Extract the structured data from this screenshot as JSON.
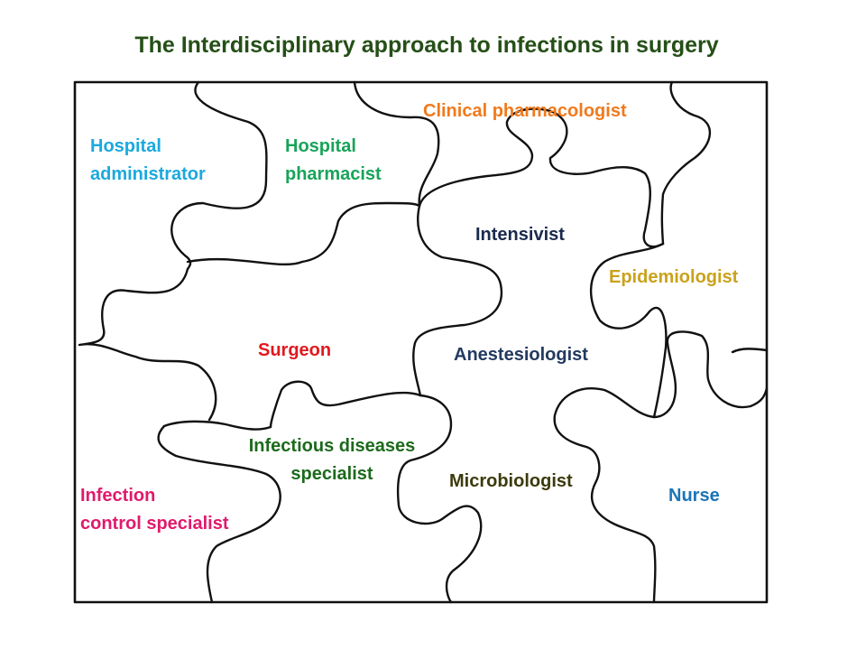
{
  "title": "The Interdisciplinary approach to infections in surgery",
  "pieces": {
    "hospital_administrator": {
      "lines": [
        "Hospital",
        "administrator"
      ],
      "color": "#1ba9dd"
    },
    "hospital_pharmacist": {
      "lines": [
        "Hospital",
        "pharmacist"
      ],
      "color": "#19a35a"
    },
    "clinical_pharmacologist": {
      "lines": [
        "Clinical pharmacologist"
      ],
      "color": "#f07a1c"
    },
    "intensivist": {
      "lines": [
        "Intensivist"
      ],
      "color": "#1a2a4d"
    },
    "epidemiologist": {
      "lines": [
        "Epidemiologist"
      ],
      "color": "#c9a21c"
    },
    "surgeon": {
      "lines": [
        "Surgeon"
      ],
      "color": "#e0191f"
    },
    "anestesiologist": {
      "lines": [
        "Anestesiologist"
      ],
      "color": "#233a60"
    },
    "infectious_diseases_specialist": {
      "lines": [
        "Infectious diseases",
        "specialist"
      ],
      "color": "#1c6a1c"
    },
    "microbiologist": {
      "lines": [
        "Microbiologist"
      ],
      "color": "#3d3a0c"
    },
    "nurse": {
      "lines": [
        "Nurse"
      ],
      "color": "#1b74b8"
    },
    "infection_control_specialist": {
      "lines": [
        "Infection",
        "control specialist"
      ],
      "color": "#e01a6c"
    }
  }
}
